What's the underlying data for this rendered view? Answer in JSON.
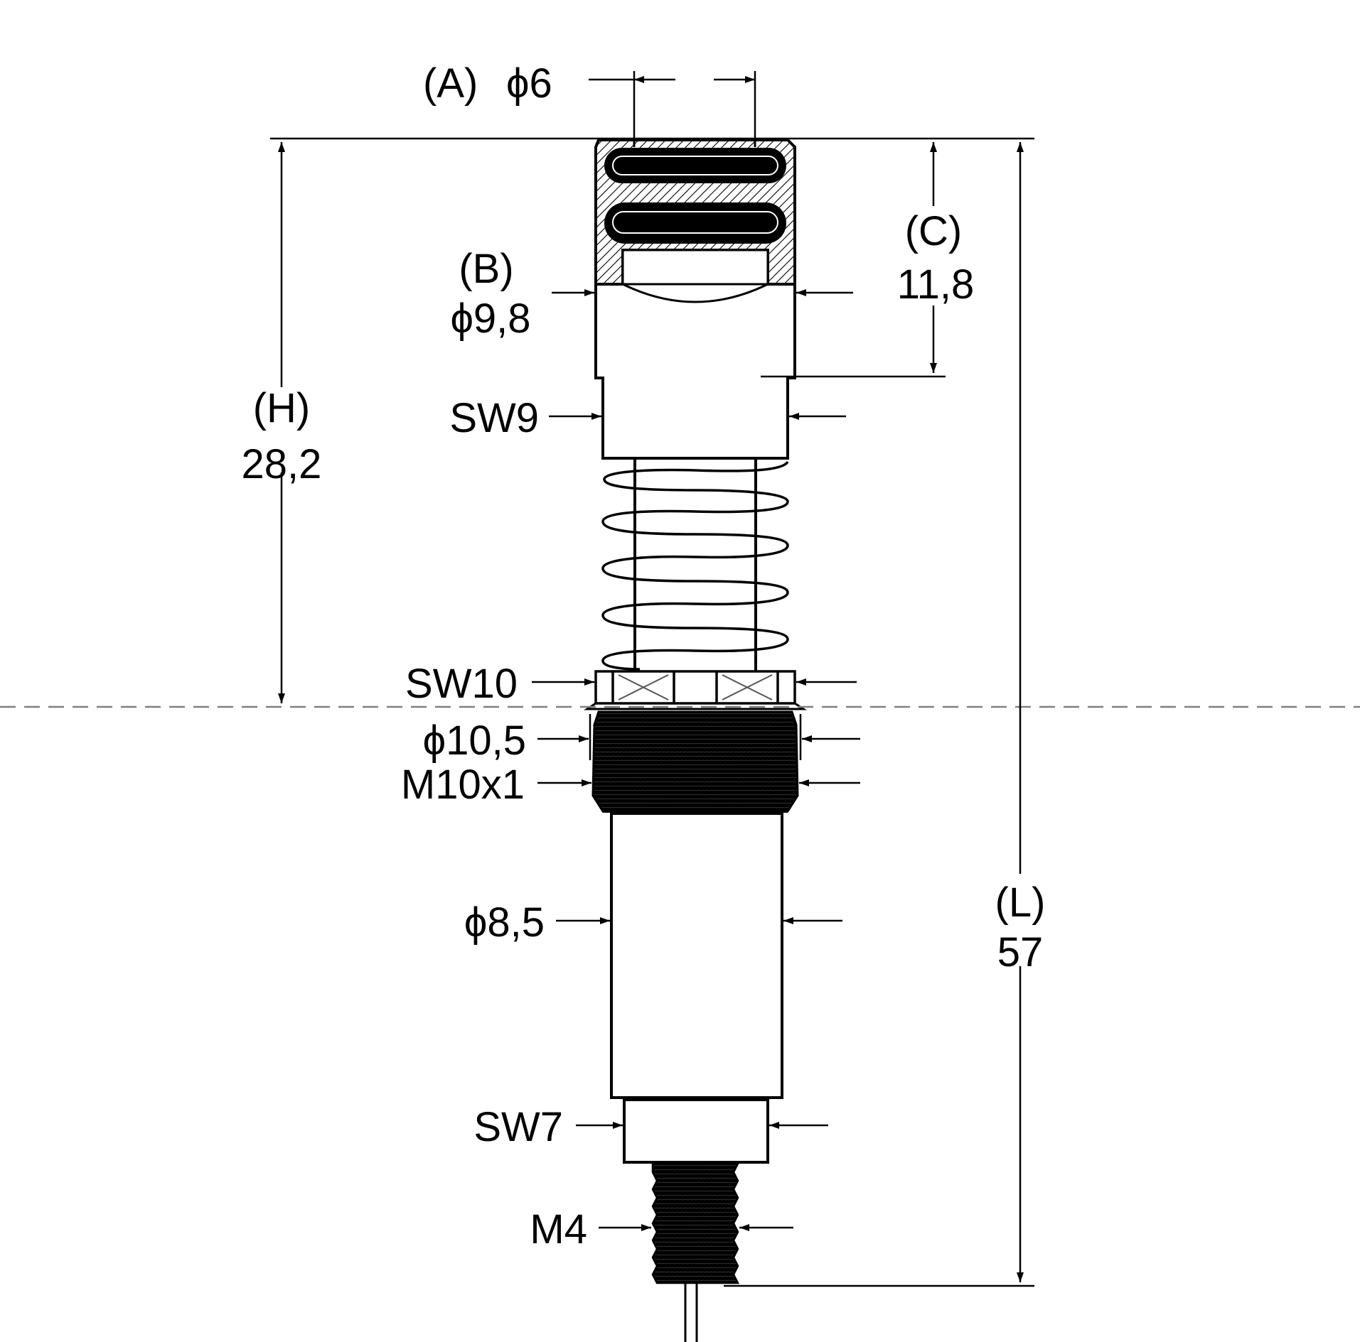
{
  "colors": {
    "line": "#000000",
    "background": "#ffffff",
    "centerline": "#808080"
  },
  "dimensions": {
    "a": {
      "code": "(A)",
      "value": "ϕ6"
    },
    "b": {
      "code": "(B)",
      "value": "ϕ9,8"
    },
    "c": {
      "code": "(C)",
      "value": "11,8"
    },
    "h": {
      "code": "(H)",
      "value": "28,2"
    },
    "l": {
      "code": "(L)",
      "value": "57"
    }
  },
  "callouts": {
    "sw9": "SW9",
    "sw10": "SW10",
    "dia_10_5": "ϕ10,5",
    "m10x1": "M10x1",
    "dia_8_5": "ϕ8,5",
    "sw7": "SW7",
    "m4": "M4"
  }
}
